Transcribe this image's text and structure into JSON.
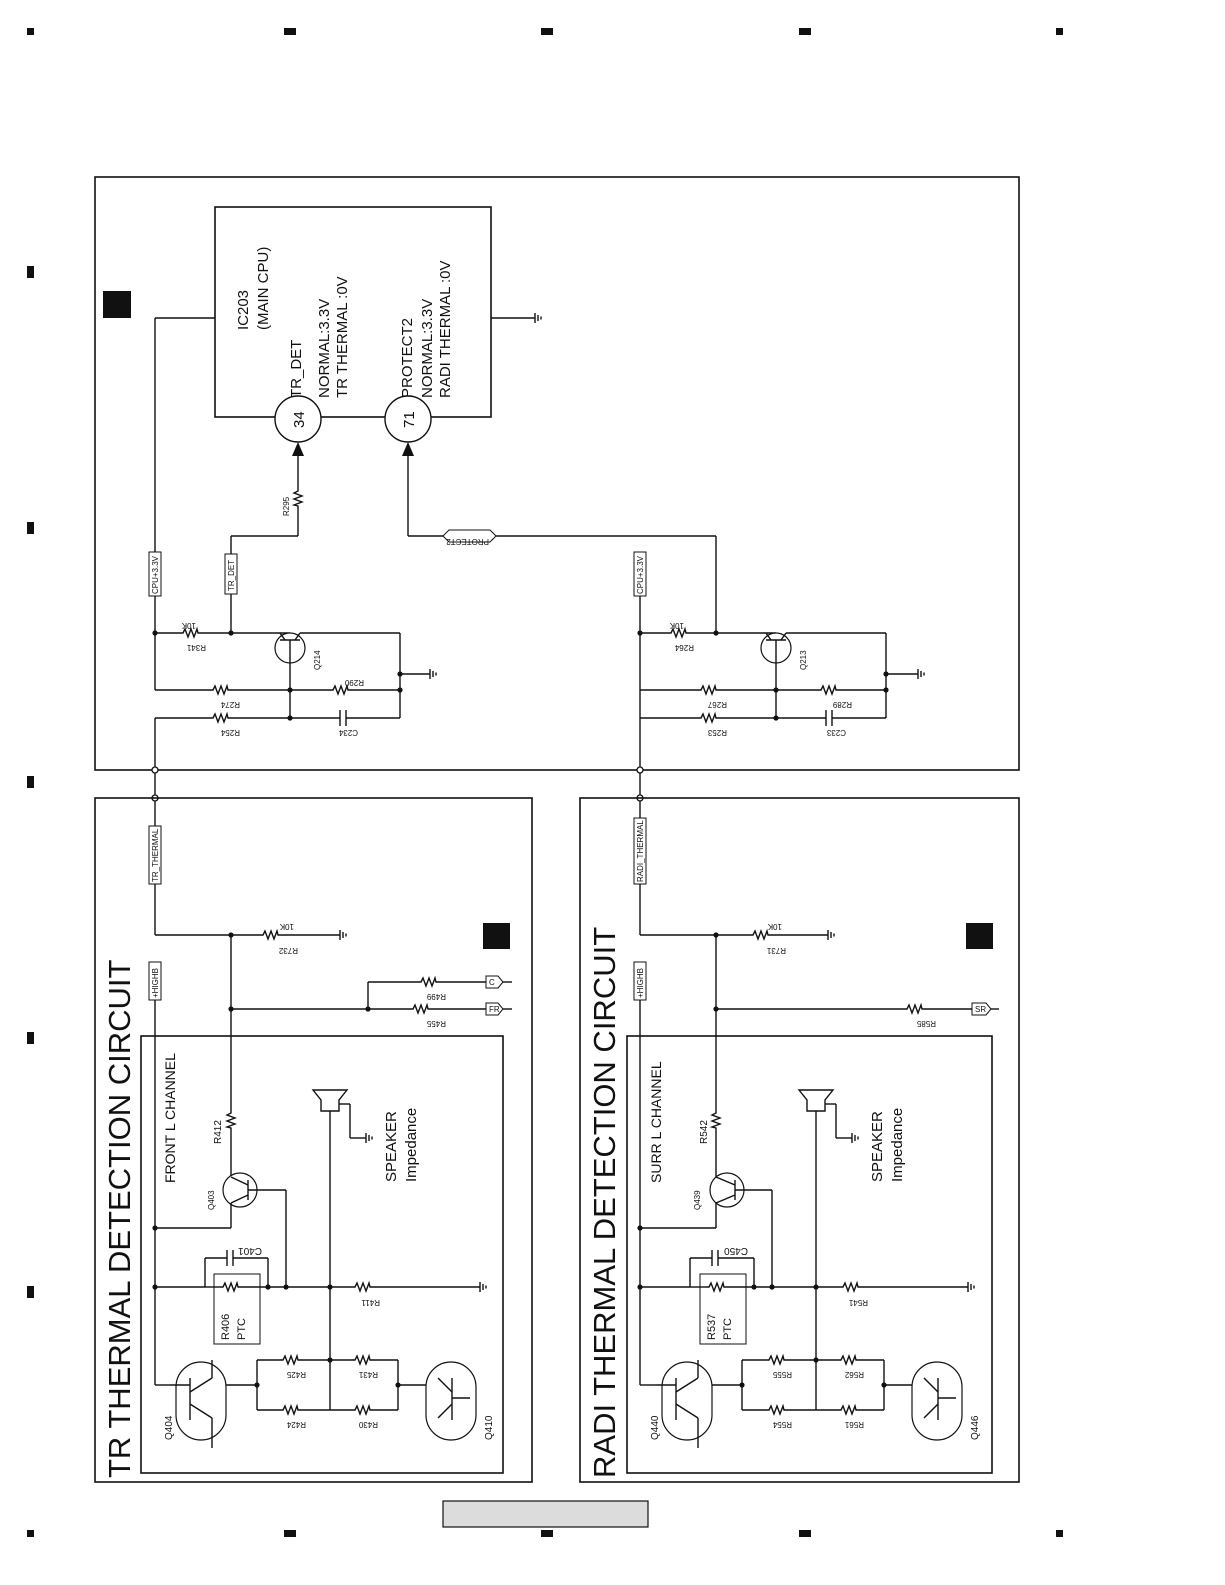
{
  "titles": {
    "tr_section": "TR THERMAL DETECTION CIRCUIT",
    "radi_section": "RADI THERMAL DETECTION CIRCUIT"
  },
  "cpu": {
    "name": "IC203",
    "subtitle": "(MAIN CPU)",
    "pin34": {
      "number": "34",
      "name": "TR_DET",
      "normal": "NORMAL:3.3V",
      "thermal": "TR THERMAL :0V"
    },
    "pin71": {
      "number": "71",
      "name": "PROTECT2",
      "normal": "NORMAL:3.3V",
      "thermal": "RADI THERMAL :0V"
    }
  },
  "nets": {
    "cpu_3v3": "CPU+3.3V",
    "tr_det": "TR_DET",
    "protect2": "PROTECT2",
    "tr_thermal": "TR_THERMAL",
    "radi_thermal": "RADI_THERMAL",
    "highb": "+HIGHB",
    "c": "C",
    "fr": "FR",
    "sr": "SR"
  },
  "channels": {
    "front_l": "FRONT L CHANNEL",
    "surr_l": "SURR L CHANNEL",
    "speaker": "SPEAKER",
    "impedance": "Impedance",
    "ptc": "PTC"
  },
  "components": {
    "r295": "R295",
    "r341": "R341",
    "r341_val": "10K",
    "r274": "R274",
    "r254": "R254",
    "r290": "R290",
    "c234": "C234",
    "q214": "Q214",
    "r264": "R264",
    "r264_val": "10K",
    "r267": "R267",
    "r253": "R253",
    "r289": "R289",
    "c233": "C233",
    "q213": "Q213",
    "r732": "R732",
    "r732_val": "10K",
    "r731": "R731",
    "r731_val": "10K",
    "r499": "R499",
    "r455": "R455",
    "r585": "R585",
    "r412": "R412",
    "r542": "R542",
    "q403": "Q403",
    "q439": "Q439",
    "c401": "C401",
    "c450": "C450",
    "r406": "R406",
    "r537": "R537",
    "r411": "R411",
    "r541": "R541",
    "r424": "R424",
    "r425": "R425",
    "r430": "R430",
    "r431": "R431",
    "r554": "R554",
    "r555": "R555",
    "r561": "R561",
    "r562": "R562",
    "q404": "Q404",
    "q410": "Q410",
    "q440": "Q440",
    "q446": "Q446"
  }
}
